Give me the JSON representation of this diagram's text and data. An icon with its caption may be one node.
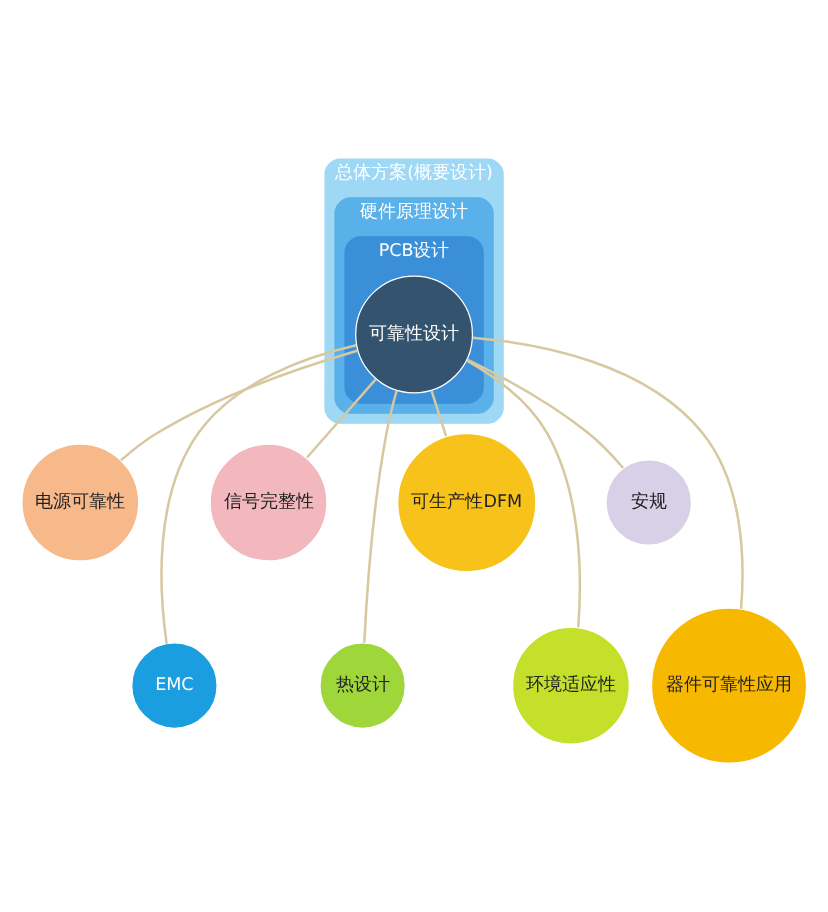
{
  "diagram": {
    "nodes": [
      {
        "text": [
          "总体方案(概要设计)"
        ]
      },
      {
        "text": [
          "硬件原理设计"
        ],
        "in": 0
      },
      {
        "text": [
          "PCB设计"
        ],
        "in": 1
      },
      {
        "text": [
          "可靠性设计"
        ],
        "in": 2
      },
      {
        "text": [
          "电源可靠性"
        ]
      },
      {
        "text": [
          "EMC"
        ]
      },
      {
        "text": [
          "信号完整性"
        ]
      },
      {
        "text": [
          "热设计"
        ]
      },
      {
        "text": [
          "可生产性DFM"
        ]
      },
      {
        "text": [
          "环境适应性"
        ]
      },
      {
        "text": [
          "安规"
        ]
      },
      {
        "text": [
          "器件可靠性应用"
        ]
      }
    ],
    "edges": [
      {
        "from": 3,
        "to": 4,
        "arrow": "none"
      },
      {
        "from": 3,
        "to": 5,
        "arrow": "none"
      },
      {
        "from": 3,
        "to": 6,
        "arrow": "none"
      },
      {
        "from": 3,
        "to": 7,
        "arrow": "none"
      },
      {
        "from": 3,
        "to": 8,
        "arrow": "none"
      },
      {
        "from": 3,
        "to": 9,
        "arrow": "none"
      },
      {
        "from": 3,
        "to": 10,
        "arrow": "none"
      },
      {
        "from": 3,
        "to": 11,
        "arrow": "none"
      }
    ]
  }
}
